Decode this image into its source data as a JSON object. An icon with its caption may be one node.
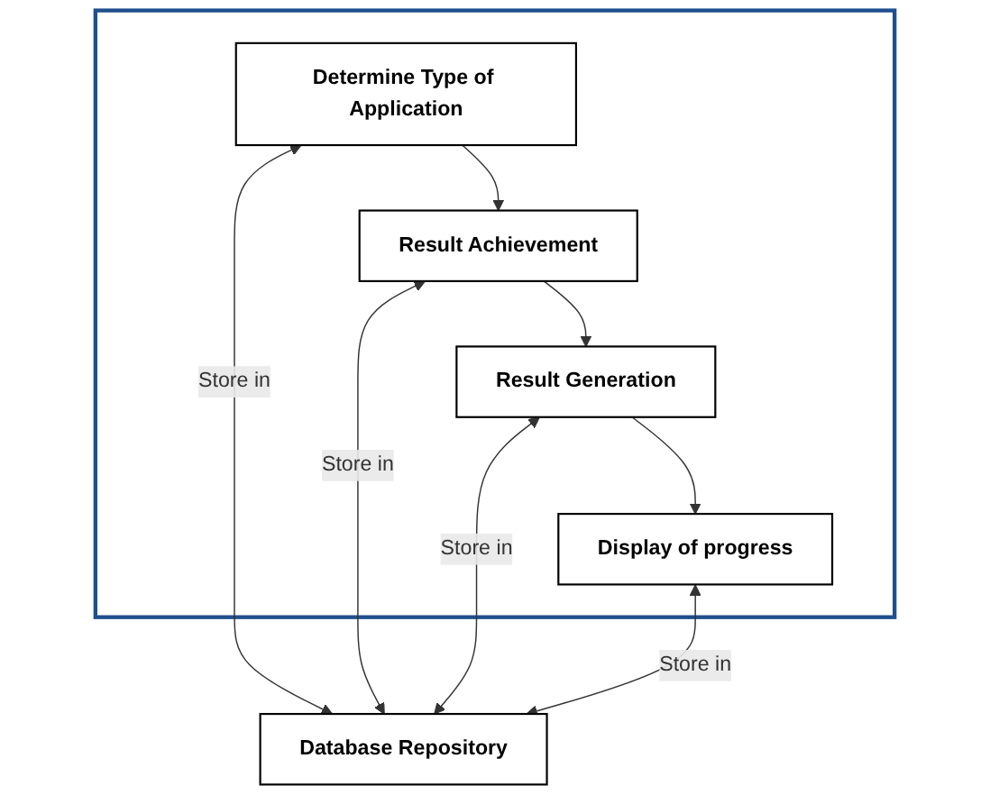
{
  "diagram": {
    "nodes": [
      {
        "text": [],
        "shape": "box"
      },
      {
        "text": [
          "Determine Type of Application"
        ],
        "in": 0
      },
      {
        "text": [
          "Result Achievement"
        ],
        "in": 0
      },
      {
        "text": [
          "Result Generation"
        ],
        "in": 0
      },
      {
        "text": [
          "Display of progress"
        ],
        "in": 0
      },
      {
        "text": [
          "Database Repository"
        ]
      }
    ],
    "edges": [
      {
        "from": 1,
        "to": 2,
        "arrow": "to"
      },
      {
        "from": 2,
        "to": 3,
        "arrow": "to"
      },
      {
        "from": 3,
        "to": 4,
        "arrow": "to"
      },
      {
        "from": 1,
        "to": 5,
        "arrow": "both",
        "label": "Store in"
      },
      {
        "from": 2,
        "to": 5,
        "arrow": "both",
        "label": "Store in"
      },
      {
        "from": 3,
        "to": 5,
        "arrow": "both",
        "label": "Store in"
      },
      {
        "from": 4,
        "to": 5,
        "arrow": "both",
        "label": "Store in"
      }
    ]
  }
}
